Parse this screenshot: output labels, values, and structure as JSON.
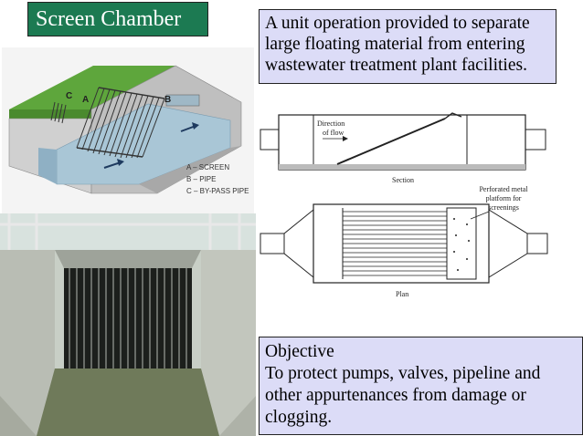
{
  "slide": {
    "title": "Screen Chamber",
    "definition": {
      "lines": [
        "A unit operation provided to separate",
        "large floating material from entering",
        "wastewater treatment plant facilities."
      ]
    },
    "objective": {
      "heading": "Objective",
      "lines": [
        "To protect pumps, valves, pipeline and",
        "other appurtenances from damage or",
        "clogging."
      ]
    }
  },
  "diagram_3d": {
    "markers": {
      "a": "A",
      "b": "B",
      "c": "C"
    },
    "legend": [
      "A – SCREEN",
      "B – PIPE",
      "C – BY-PASS PIPE"
    ]
  },
  "section_drawing": {
    "direction_label_1": "Direction",
    "direction_label_2": "of flow",
    "caption": "Section"
  },
  "plan_drawing": {
    "platform_label_1": "Perforated metal",
    "platform_label_2": "platform for",
    "platform_label_3": "screenings",
    "caption": "Plan"
  },
  "colors": {
    "title_bg": "#1c7a52",
    "box_bg": "#dcdcf7",
    "water": "#a9c6d6",
    "concrete": "#c9c9c9"
  }
}
